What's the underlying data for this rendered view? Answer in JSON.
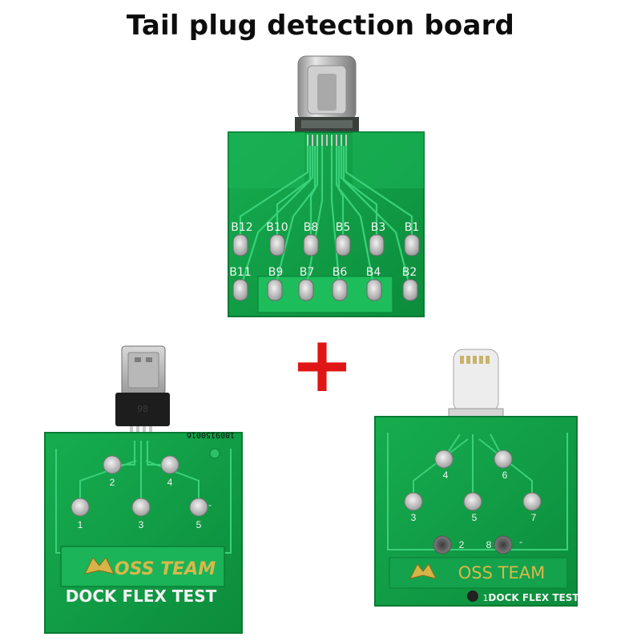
{
  "title": "Tail plug detection board",
  "type_c_board": {
    "top_labels": [
      "B12",
      "B10",
      "B8",
      "B5",
      "B3",
      "B1"
    ],
    "bottom_labels": [
      "B11",
      "B9",
      "B7",
      "B6",
      "B4",
      "B2"
    ]
  },
  "plus_sign": "+",
  "micro_usb_board": {
    "serial": "180915001б",
    "connector_mark": "98",
    "pad_labels": [
      "2",
      "4",
      "1",
      "3",
      "5"
    ],
    "pad_minus": "-",
    "brand": "OSS TEAM",
    "caption": "DOCK FLEX TEST"
  },
  "lightning_board": {
    "pad_labels": [
      "4",
      "6",
      "3",
      "5",
      "7",
      "2",
      "8"
    ],
    "pad_minus": "-",
    "brand": "OSS TEAM",
    "caption_number": "1",
    "caption": "DOCK FLEX TEST"
  },
  "colors": {
    "pcb_green": "#11a34a",
    "pcb_dark": "#0b7f36",
    "trace": "#2fc56a",
    "plus_red": "#e01515",
    "gold": "#c8a640"
  }
}
